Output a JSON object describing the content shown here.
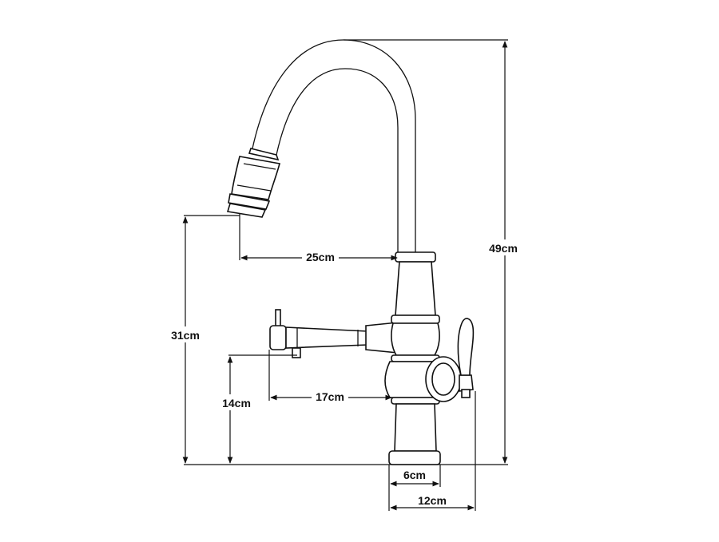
{
  "diagram": {
    "subject": "faucet",
    "dimensions": {
      "total_height": "49cm",
      "spout_height": "31cm",
      "spout_reach": "25cm",
      "sprayer_height": "14cm",
      "sprayer_reach": "17cm",
      "base_diameter": "6cm",
      "handle_width": "12cm"
    }
  }
}
